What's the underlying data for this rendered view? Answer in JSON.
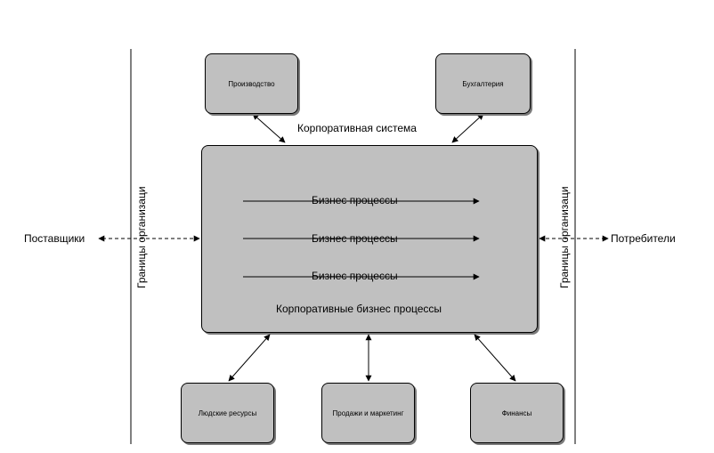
{
  "diagram": {
    "boxes": {
      "production": "Производство",
      "accounting": "Бухгалтерия",
      "hr": "Людские ресурсы",
      "sales": "Продажи и маркетинг",
      "finance": "Финансы"
    },
    "corporate_system_label": "Корпоративная система",
    "process_labels": [
      "Бизнес процессы",
      "Бизнес процессы",
      "Бизнес процессы"
    ],
    "main_box_label": "Корпоративные бизнес процессы",
    "suppliers_label": "Поставщики",
    "consumers_label": "Потребители",
    "boundary_left_label": "Границы организаци",
    "boundary_right_label": "Границы организаци"
  }
}
